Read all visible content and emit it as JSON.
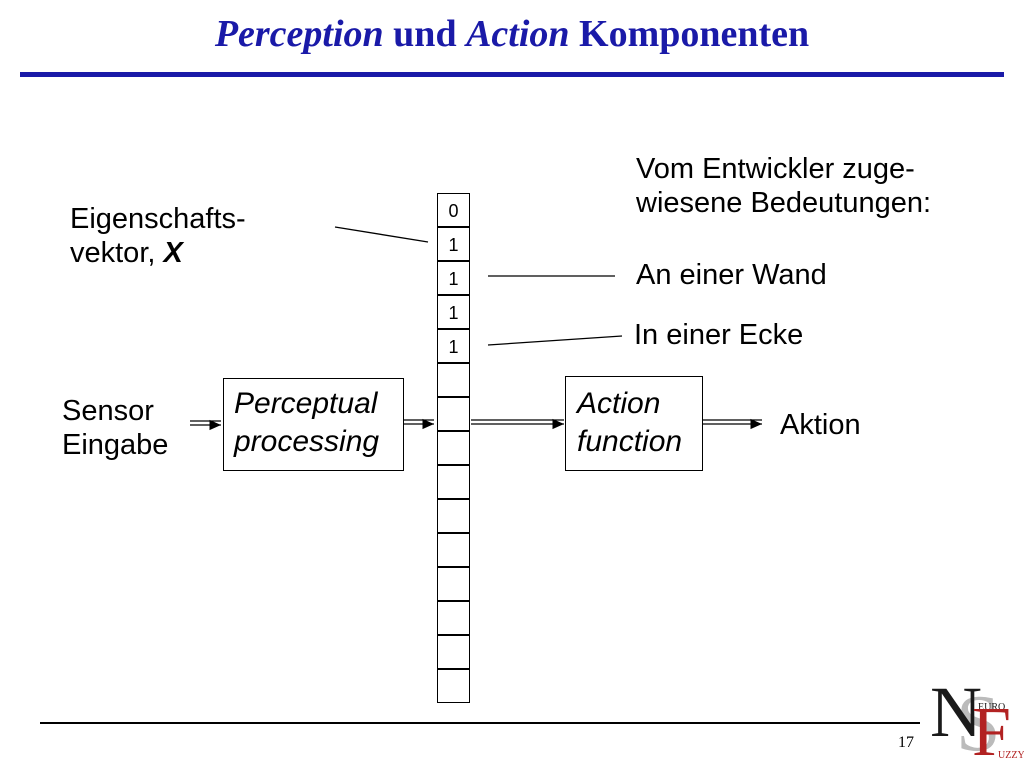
{
  "title": {
    "part1": "Perception",
    "part2": " und ",
    "part3": "Action",
    "part4": " Komponenten"
  },
  "labels": {
    "eigenschafts_line1": "Eigenschafts-",
    "eigenschafts_line2": "vektor, ",
    "eigenschafts_var": "X",
    "sensor_line1": "Sensor",
    "sensor_line2": "Eingabe",
    "meaning_line1": "Vom Entwickler zuge-",
    "meaning_line2": "wiesene Bedeutungen:",
    "wand": "An einer Wand",
    "ecke": "In einer Ecke",
    "aktion": "Aktion"
  },
  "boxes": {
    "perceptual_line1": "Perceptual",
    "perceptual_line2": "processing",
    "action_line1": "Action",
    "action_line2": "function"
  },
  "vector_cells": [
    "0",
    "1",
    "1",
    "1",
    "1",
    "",
    "",
    "",
    "",
    "",
    "",
    "",
    "",
    "",
    ""
  ],
  "footer": {
    "page_number": "17"
  },
  "logo": {
    "n": "N",
    "s": "S",
    "f": "F",
    "euro": "EURO",
    "uzzy": "UZZY"
  },
  "colors": {
    "title": "#1a1aa8",
    "logo_red": "#b22222",
    "logo_gray": "#bbbbbb"
  }
}
